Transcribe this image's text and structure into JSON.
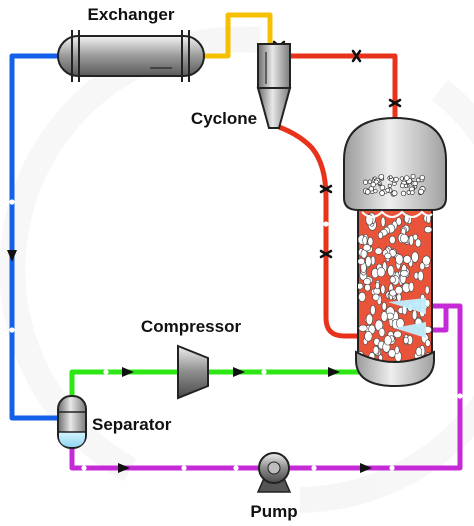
{
  "labels": {
    "exchanger": "Exchanger",
    "cyclone": "Cyclone",
    "compressor": "Compressor",
    "separator": "Separator",
    "pump": "Pump"
  },
  "colors": {
    "blue_line": "#1560e8",
    "yellow_line": "#f5c000",
    "red_line": "#e8321c",
    "green_line": "#2ee614",
    "purple_line": "#c42bd6",
    "bed": "#e8533a",
    "vessel_gray": "#cfcfcf"
  },
  "icons": [
    "exchanger-icon",
    "cyclone-icon",
    "reactor-icon",
    "compressor-icon",
    "separator-icon",
    "pump-icon"
  ]
}
